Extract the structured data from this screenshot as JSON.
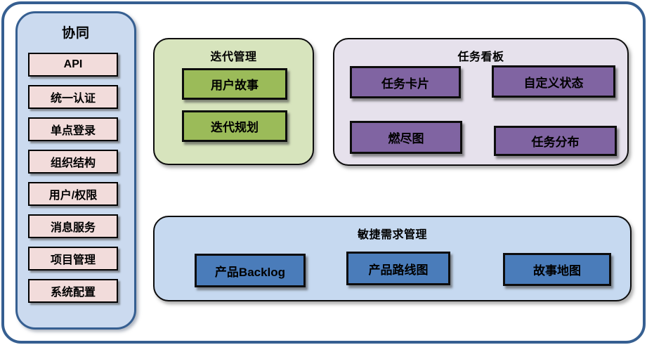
{
  "sidebar": {
    "title": "协同",
    "items": [
      "API",
      "统一认证",
      "单点登录",
      "组织结构",
      "用户/权限",
      "消息服务",
      "项目管理",
      "系统配置"
    ]
  },
  "groups": [
    {
      "title": "迭代管理",
      "items": [
        "用户故事",
        "迭代规划"
      ]
    },
    {
      "title": "任务看板",
      "items": [
        "任务卡片",
        "自定义状态",
        "燃尽图",
        "任务分布"
      ]
    },
    {
      "title": "敏捷需求管理",
      "items": [
        "产品Backlog",
        "产品路线图",
        "故事地图"
      ]
    }
  ],
  "colors": {
    "frame_border": "#365f91",
    "sidebar_bg": "#cbdaef",
    "sidebar_item_bg": "#f2dcdb",
    "green_bg": "#d7e4bd",
    "green_item_bg": "#9bbb59",
    "purple_bg": "#e6e1ec",
    "purple_item_bg": "#8064a2",
    "blue_bg": "#c6d9f0",
    "blue_item_bg": "#4a7cba",
    "node_border": "#0d0d0d"
  }
}
